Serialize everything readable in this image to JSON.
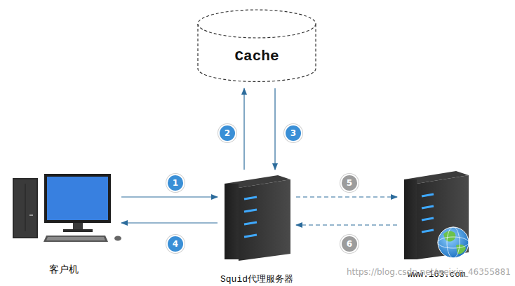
{
  "diagram": {
    "nodes": [
      {
        "text": [
          "Cache"
        ]
      },
      {
        "text": [
          "客户机"
        ]
      },
      {
        "text": [
          "Squid代理服务器"
        ]
      },
      {
        "text": [
          "www.163.com"
        ]
      }
    ],
    "edges": [
      {
        "from": 1,
        "to": 2,
        "arrow": "to",
        "label": "1"
      },
      {
        "from": 2,
        "to": 0,
        "arrow": "to",
        "label": "2"
      },
      {
        "from": 0,
        "to": 2,
        "arrow": "to",
        "label": "3"
      },
      {
        "from": 2,
        "to": 1,
        "arrow": "to",
        "label": "4"
      },
      {
        "from": 2,
        "to": 3,
        "arrow": "to",
        "label": "5"
      },
      {
        "from": 3,
        "to": 2,
        "arrow": "to",
        "label": "6"
      }
    ],
    "labels": [
      "https://blog.csdn.net/weixin_46355881"
    ]
  }
}
